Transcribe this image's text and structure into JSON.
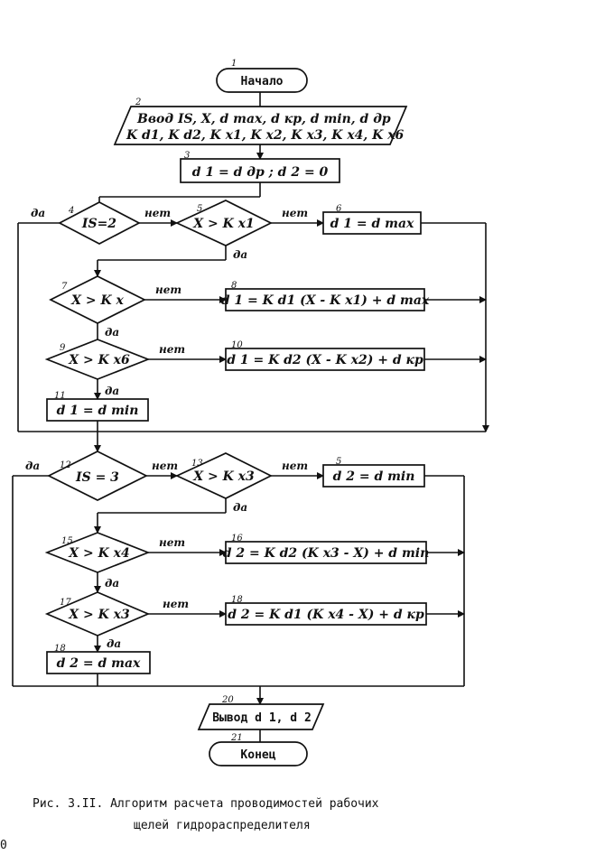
{
  "blocks": {
    "b1": {
      "num": "1",
      "text": "Начало"
    },
    "b2": {
      "num": "2",
      "line1": "Ввод IS, X, d max, d кр, d min, d др",
      "line2": "K d1, K d2, K x1, K x2, K x3, K x4, K x6"
    },
    "b3": {
      "num": "3",
      "text": "d 1 = d др ; d 2 = 0"
    },
    "b4": {
      "num": "4",
      "text": "IS=2"
    },
    "b5": {
      "num": "5",
      "text": "X > K x1"
    },
    "b6": {
      "num": "6",
      "text": "d 1 = d max"
    },
    "b7": {
      "num": "7",
      "text": "X > K x"
    },
    "b8": {
      "num": "8",
      "text": "d 1 = K d1 (X - K x1) + d max"
    },
    "b9": {
      "num": "9",
      "text": "X > K x6"
    },
    "b10": {
      "num": "10",
      "text": "d 1 = K d2 (X - K x2) + d кр"
    },
    "b11": {
      "num": "11",
      "text": "d 1 = d min"
    },
    "b12": {
      "num": "12",
      "text": "IS = 3"
    },
    "b13": {
      "num": "13",
      "text": "X > K x3"
    },
    "b14": {
      "num": "5",
      "text": "d 2 = d min"
    },
    "b15": {
      "num": "15",
      "text": "X > K x4"
    },
    "b16": {
      "num": "16",
      "text": "d 2 = K d2 (K x3 - X) + d min"
    },
    "b17": {
      "num": "17",
      "text": "X > K x3"
    },
    "b18": {
      "num": "18",
      "text": "d 2 = K d1 (K x4 - X) + d кр"
    },
    "b19": {
      "num": "18",
      "text": "d 2 = d max"
    },
    "b20": {
      "num": "20",
      "text": "Вывод d 1, d 2"
    },
    "b21": {
      "num": "21",
      "text": "Конец"
    }
  },
  "labels": {
    "yes": "да",
    "no": "нет"
  },
  "caption": {
    "line1": "Рис. 3.II. Алгоритм расчета проводимостей рабочих",
    "line2": "щелей гидрораспределителя"
  },
  "margin_mark": "0"
}
